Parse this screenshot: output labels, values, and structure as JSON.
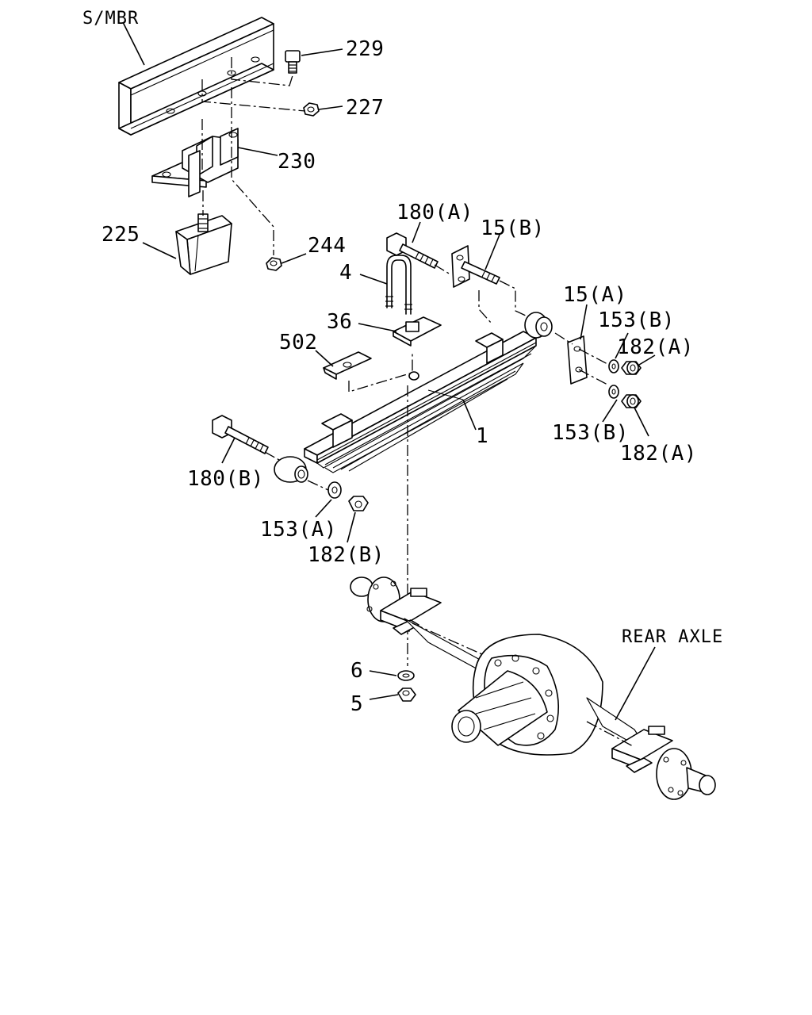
{
  "diagram": {
    "labels": {
      "s_mbr": "S/MBR",
      "p229": "229",
      "p227": "227",
      "p230": "230",
      "p225": "225",
      "p244": "244",
      "p180a": "180(A)",
      "p15b": "15(B)",
      "p4": "4",
      "p36": "36",
      "p502": "502",
      "p15a": "15(A)",
      "p153b_top": "153(B)",
      "p182a_top": "182(A)",
      "p153b_bot": "153(B)",
      "p182a_bot": "182(A)",
      "p1": "1",
      "p180b": "180(B)",
      "p153a": "153(A)",
      "p182b": "182(B)",
      "p6": "6",
      "p5": "5",
      "rear_axle": "REAR AXLE"
    }
  }
}
